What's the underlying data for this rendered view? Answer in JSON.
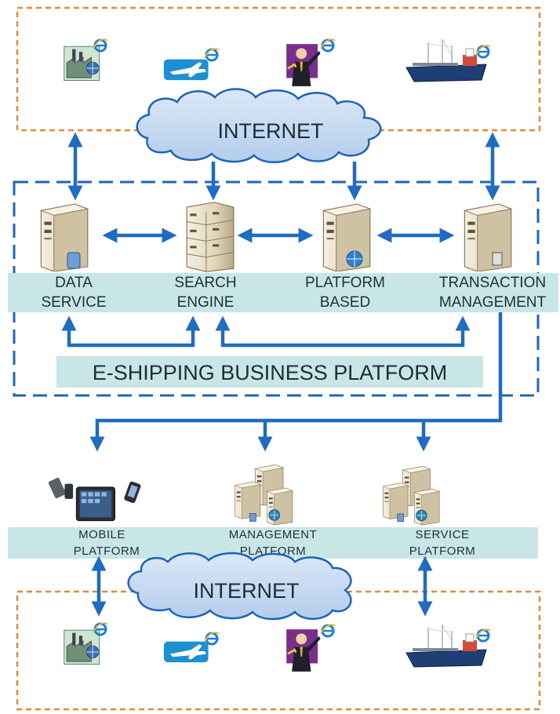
{
  "colors": {
    "arrow": "#1f6cc0",
    "band": "#c9e6e6",
    "cloud": "#c7dcf2",
    "cloud_stroke": "#1e63b8",
    "dash_orange": "#e08a3a",
    "dash_blue": "#2166b5"
  },
  "internet_top": "INTERNET",
  "internet_bottom": "INTERNET",
  "platform_title": "E-SHIPPING BUSINESS PLATFORM",
  "servers": [
    {
      "line1": "DATA",
      "line2": "SERVICE",
      "icon": "database-server-icon"
    },
    {
      "line1": "SEARCH",
      "line2": "ENGINE",
      "icon": "server-rack-icon"
    },
    {
      "line1": "PLATFORM",
      "line2": "BASED",
      "icon": "web-server-icon"
    },
    {
      "line1": "TRANSACTION",
      "line2": "MANAGEMENT",
      "icon": "transaction-server-icon"
    }
  ],
  "platforms": [
    {
      "line1": "MOBILE",
      "line2": "PLATFORM",
      "icon": "mobile-devices-icon"
    },
    {
      "line1": "MANAGEMENT",
      "line2": "PLATFORM",
      "icon": "server-cluster-icon"
    },
    {
      "line1": "SERVICE",
      "line2": "PLATFORM",
      "icon": "server-cluster-icon"
    }
  ],
  "participants_icons": [
    "factory-icon",
    "cargo-plane-icon",
    "businessman-icon",
    "cargo-ship-icon"
  ]
}
